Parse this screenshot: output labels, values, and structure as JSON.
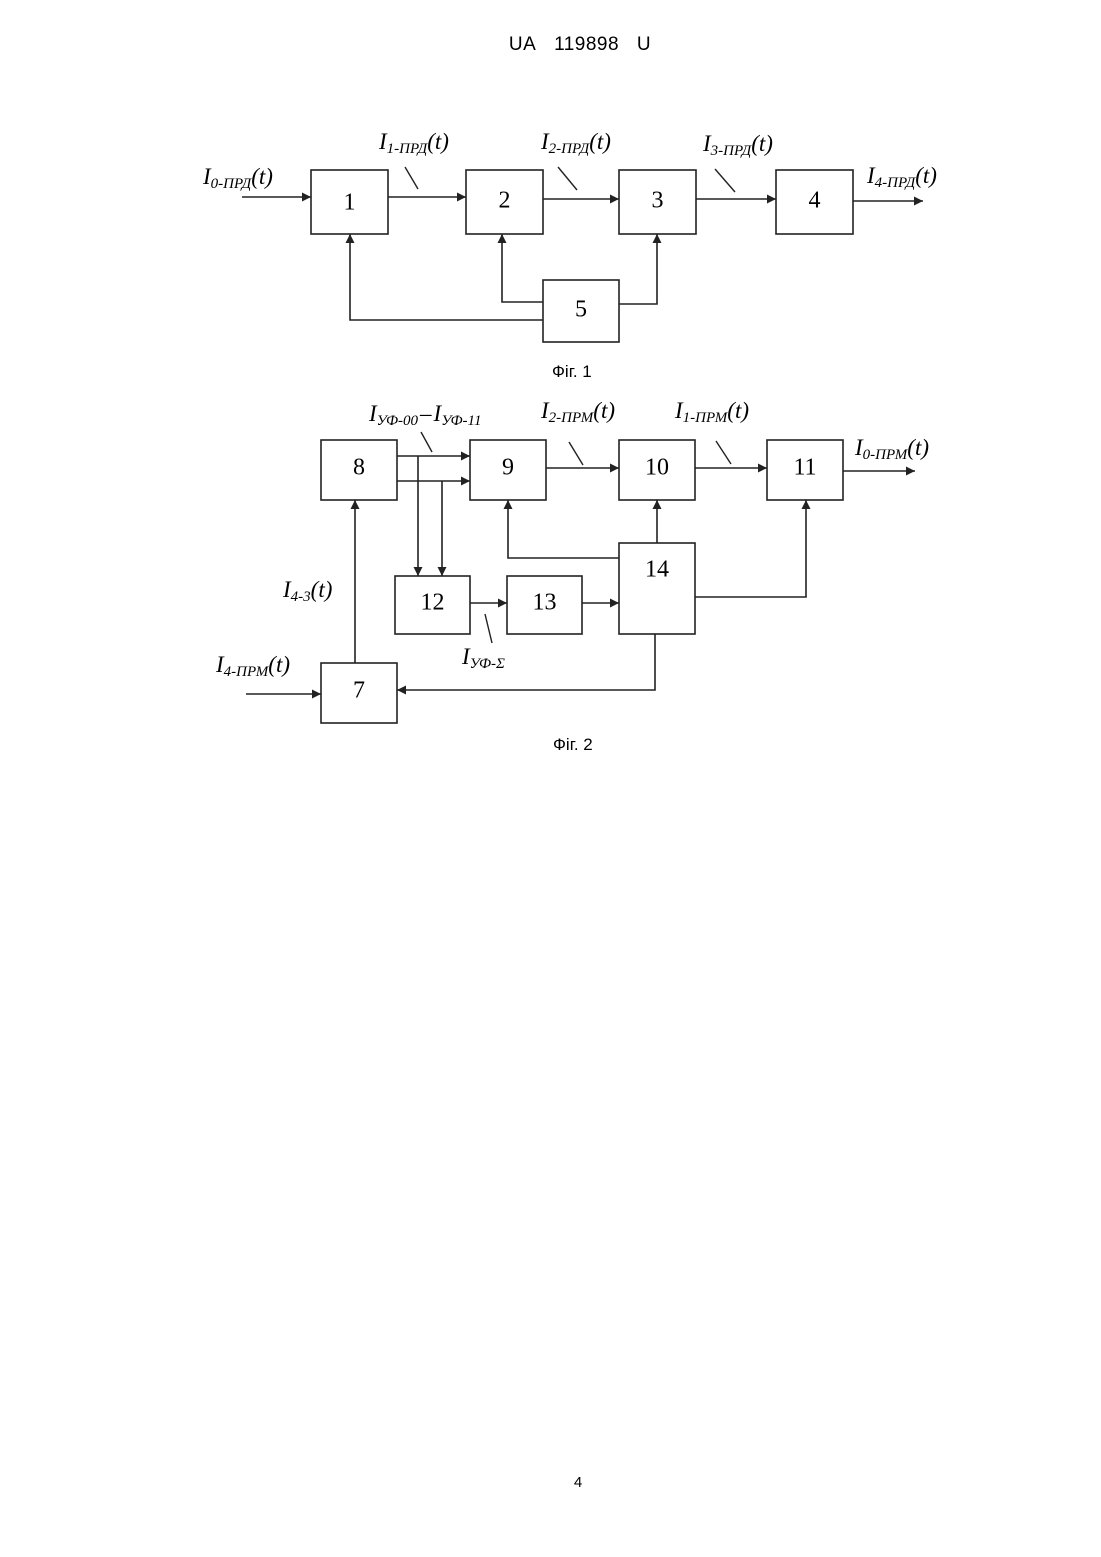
{
  "header": {
    "office": "UA",
    "number": "119898",
    "kind": "U"
  },
  "fig1": {
    "caption": "Фіг. 1",
    "blocks": [
      "1",
      "2",
      "3",
      "4",
      "5"
    ],
    "signals": {
      "s0": {
        "main": "I",
        "sub": "0-ПРД",
        "tail": "(t)"
      },
      "s1": {
        "main": "I",
        "sub": "1-ПРД",
        "tail": "(t)"
      },
      "s2": {
        "main": "I",
        "sub": "2-ПРД",
        "tail": "(t)"
      },
      "s3": {
        "main": "I",
        "sub": "3-ПРД",
        "tail": "(t)"
      },
      "s4": {
        "main": "I",
        "sub": "4-ПРД",
        "tail": "(t)"
      }
    }
  },
  "fig2": {
    "caption": "Фіг. 2",
    "blocks": [
      "7",
      "8",
      "9",
      "10",
      "11",
      "12",
      "13",
      "14"
    ],
    "signals": {
      "uf_start": {
        "main": "I",
        "sub": "УФ-00"
      },
      "uf_dash": "–",
      "uf_end": {
        "main": "I",
        "sub": "УФ-11"
      },
      "p2": {
        "main": "I",
        "sub": "2-ПРМ",
        "tail": "(t)"
      },
      "p1": {
        "main": "I",
        "sub": "1-ПРМ",
        "tail": "(t)"
      },
      "p0": {
        "main": "I",
        "sub": "0-ПРМ",
        "tail": "(t)"
      },
      "i43": {
        "main": "I",
        "sub": "4-3",
        "tail": "(t)"
      },
      "i4prm": {
        "main": "I",
        "sub": "4-ПРМ",
        "tail": "(t)"
      },
      "ufsum": {
        "main": "I",
        "sub": "УФ-Σ"
      }
    }
  },
  "page_number": "4"
}
